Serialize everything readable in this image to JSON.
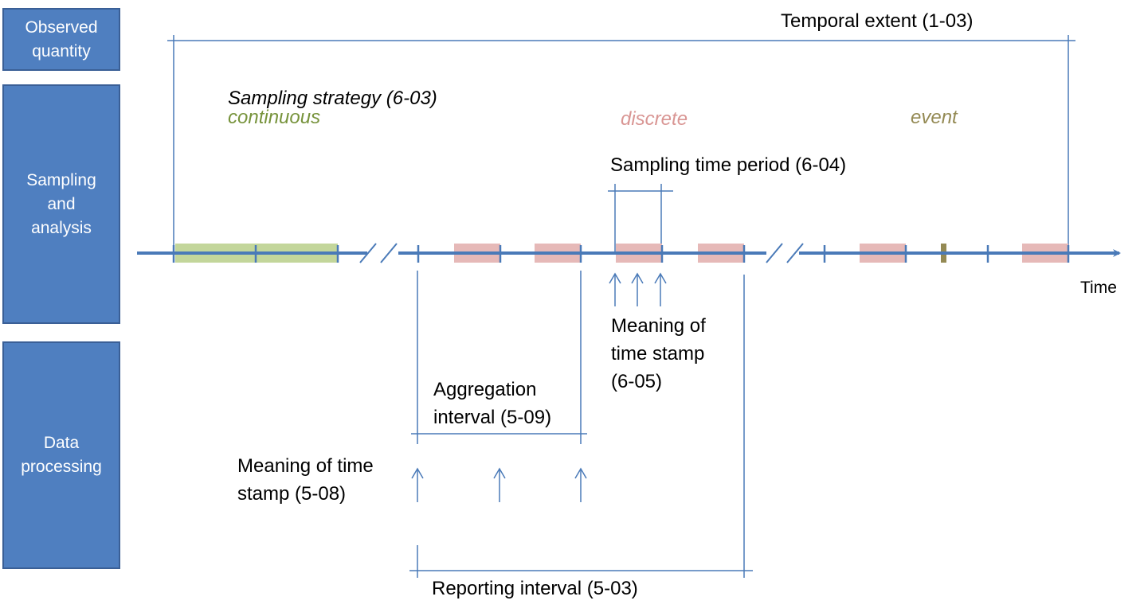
{
  "side_boxes": {
    "observed_quantity": [
      "Observed",
      "quantity"
    ],
    "sampling_and_analysis": [
      "Sampling",
      "and",
      "analysis"
    ],
    "data_processing": [
      "Data",
      "processing"
    ]
  },
  "labels": {
    "temporal_extent": "Temporal extent (1-03)",
    "sampling_strategy": "Sampling strategy (6-03)",
    "continuous": "continuous",
    "discrete": "discrete",
    "event": "event",
    "sampling_time_period": "Sampling time period (6-04)",
    "time_axis": "Time",
    "meaning_ts_605": [
      "Meaning of",
      "time stamp",
      "(6-05)"
    ],
    "aggregation_interval": [
      "Aggregation",
      "interval (5-09)"
    ],
    "meaning_ts_508": [
      "Meaning of time",
      "stamp (5-08)"
    ],
    "reporting_interval": "Reporting interval (5-03)"
  },
  "colors": {
    "box_fill": "#4f7fc0",
    "line": "#4a7ab8",
    "continuous_segment": "#c3d69b",
    "discrete_segment": "#e6b9b8",
    "event_marker": "#948a54",
    "continuous_text": "#77933c",
    "discrete_text": "#d99694",
    "event_text": "#948a54"
  }
}
